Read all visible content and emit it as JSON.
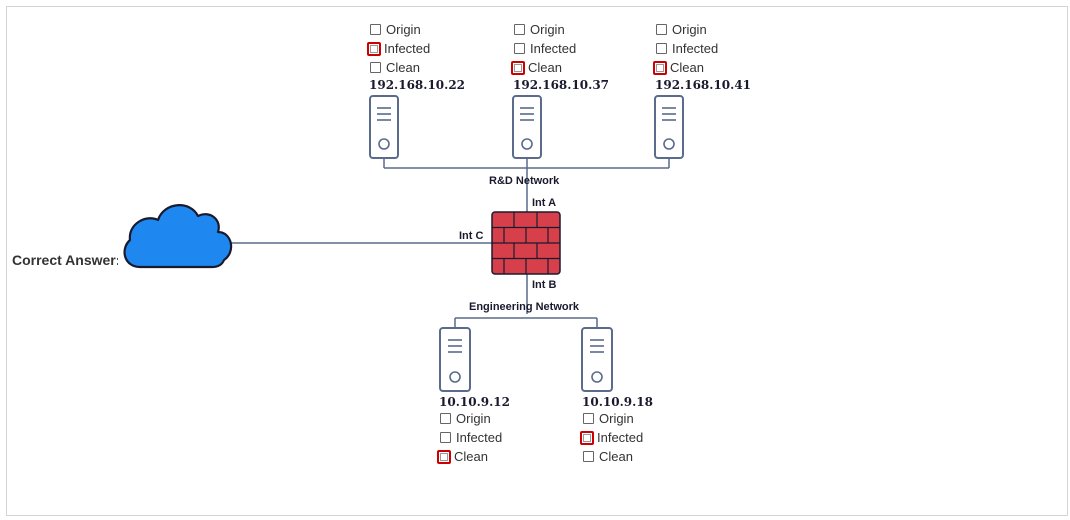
{
  "label": {
    "text": "Correct Answer:"
  },
  "networks": {
    "rd": "R&D Network",
    "eng": "Engineering Network"
  },
  "interfaces": {
    "a": "Int A",
    "b": "Int B",
    "c": "Int C"
  },
  "hosts": [
    {
      "ip": "192.168.10.22",
      "origin": "Origin",
      "infected": "Infected",
      "clean": "Clean",
      "answer": "infected"
    },
    {
      "ip": "192.168.10.37",
      "origin": "Origin",
      "infected": "Infected",
      "clean": "Clean",
      "answer": "clean"
    },
    {
      "ip": "192.168.10.41",
      "origin": "Origin",
      "infected": "Infected",
      "clean": "Clean",
      "answer": "clean"
    },
    {
      "ip": "10.10.9.12",
      "origin": "Origin",
      "infected": "Infected",
      "clean": "Clean",
      "answer": "clean"
    },
    {
      "ip": "10.10.9.18",
      "origin": "Origin",
      "infected": "Infected",
      "clean": "Clean",
      "answer": "infected"
    }
  ],
  "colors": {
    "server_stroke": "#5a6b8c",
    "firewall_fill": "#d7404a",
    "cloud_fill": "#1e88f0",
    "marker": "#cc0000"
  },
  "icons": [
    "server-icon",
    "firewall-icon",
    "cloud-icon"
  ]
}
